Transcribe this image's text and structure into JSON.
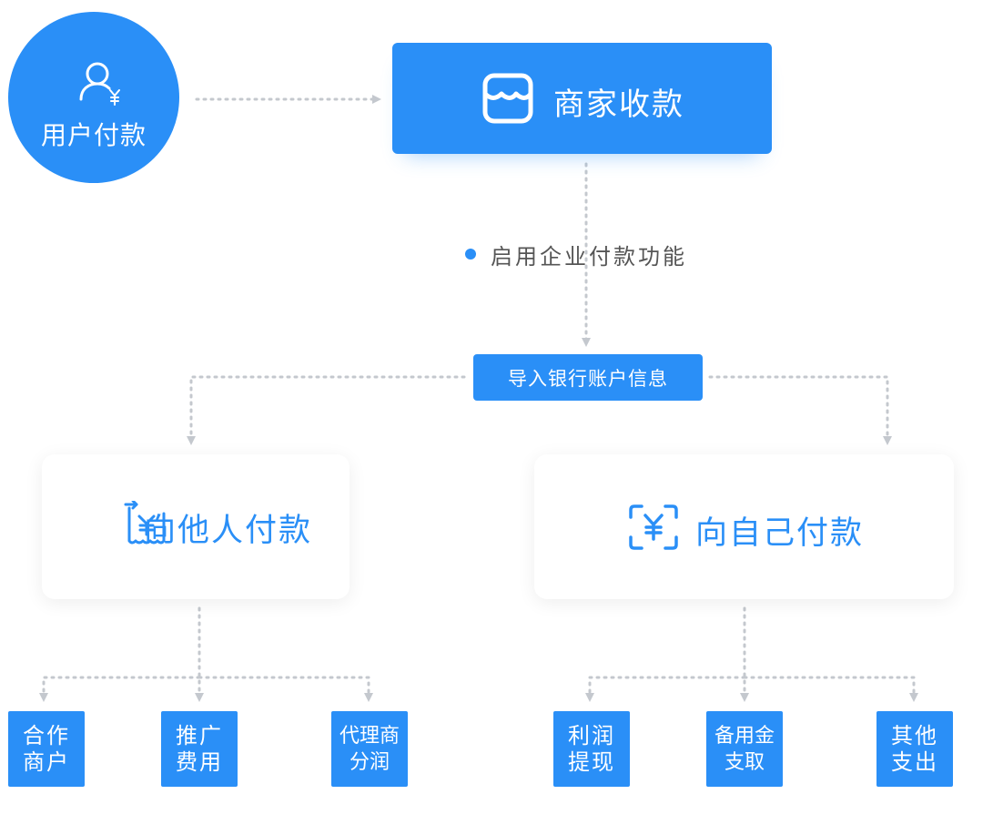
{
  "user": {
    "label": "用户付款",
    "icon": "user-yen-icon"
  },
  "merchant": {
    "label": "商家收款",
    "icon": "shop-icon"
  },
  "enable_step": {
    "label": "启用企业付款功能"
  },
  "import_step": {
    "label": "导入银行账户信息"
  },
  "pay_others": {
    "label": "向他人付款",
    "icon": "receipt-yen-icon",
    "items": [
      {
        "line1": "合作",
        "line2": "商户"
      },
      {
        "line1": "推广",
        "line2": "费用"
      },
      {
        "line1": "代理商",
        "line2": "分润"
      }
    ]
  },
  "pay_self": {
    "label": "向自己付款",
    "icon": "scan-yen-icon",
    "items": [
      {
        "line1": "利润",
        "line2": "提现"
      },
      {
        "line1": "备用金",
        "line2": "支取"
      },
      {
        "line1": "其他",
        "line2": "支出"
      }
    ]
  },
  "colors": {
    "primary": "#2a8ff7",
    "connector": "#c4c8ce",
    "text_dark": "#555555"
  }
}
